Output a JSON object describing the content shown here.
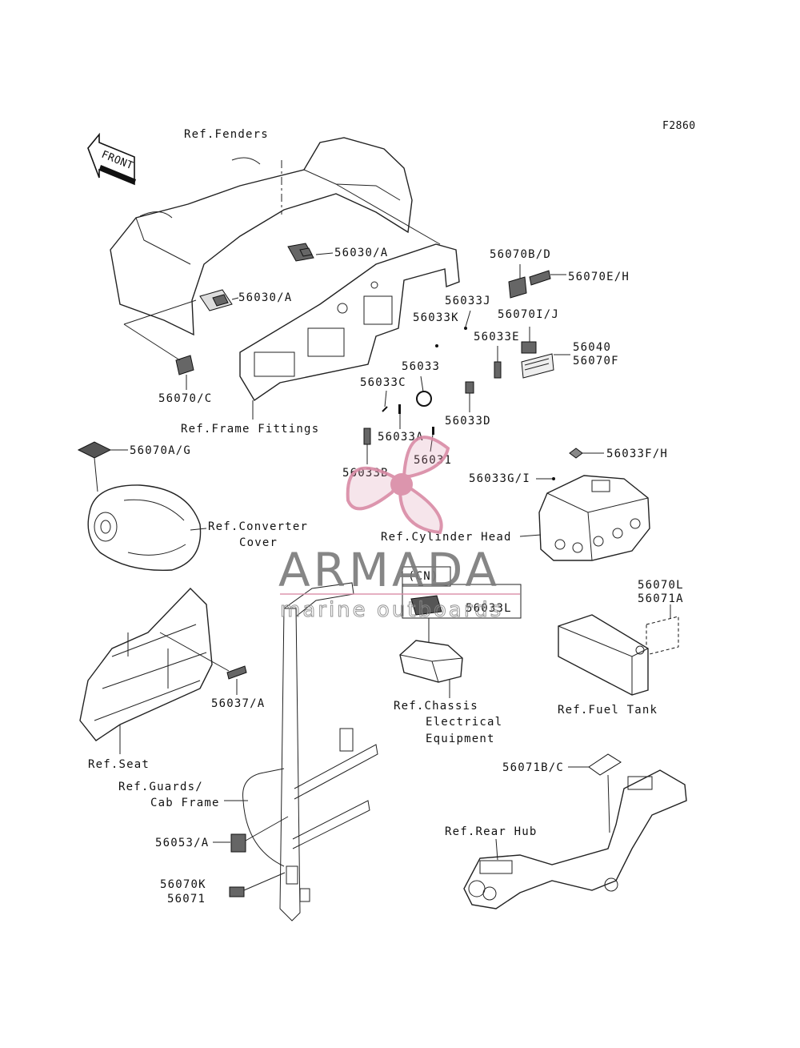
{
  "figure_code": "F2860",
  "front_label": "FRONT",
  "callouts": {
    "ref_fenders": "Ref.Fenders",
    "p56030a_top": "56030/A",
    "p56030a_left": "56030/A",
    "p56070bd": "56070B/D",
    "p56070eh": "56070E/H",
    "p56033j": "56033J",
    "p56033k": "56033K",
    "p56070ij": "56070I/J",
    "p56033e": "56033E",
    "p56040": "56040",
    "p56070f": "56070F",
    "p56033": "56033",
    "p56033c": "56033C",
    "p56033d": "56033D",
    "p56070c": "56070/C",
    "ref_frame_fittings": "Ref.Frame Fittings",
    "p56033a": "56033A",
    "p56031": "56031",
    "p56033b": "56033B",
    "p56070ag": "56070A/G",
    "p56033fh": "56033F/H",
    "p56033gi": "56033G/I",
    "ref_converter_1": "Ref.Converter",
    "ref_converter_2": "Cover",
    "ref_cylinder_head": "Ref.Cylinder Head",
    "cn": "(CN)",
    "p56033l": "56033L",
    "p56070l": "56070L",
    "p56071a": "56071A",
    "p56037a": "56037/A",
    "ref_chassis_1": "Ref.Chassis",
    "ref_chassis_2": "Electrical",
    "ref_chassis_3": "Equipment",
    "ref_fuel_tank": "Ref.Fuel Tank",
    "ref_seat": "Ref.Seat",
    "ref_guards_1": "Ref.Guards/",
    "ref_guards_2": "Cab Frame",
    "p56071bc": "56071B/C",
    "p56053a": "56053/A",
    "ref_rear_hub": "Ref.Rear Hub",
    "p56070k": "56070K",
    "p56071": "56071"
  },
  "watermark": {
    "brand": "ARMADA",
    "tagline": "marine outboards",
    "logo": "propeller-icon",
    "logo_color": "#d98aa5",
    "text_color": "#7a7a7a"
  }
}
